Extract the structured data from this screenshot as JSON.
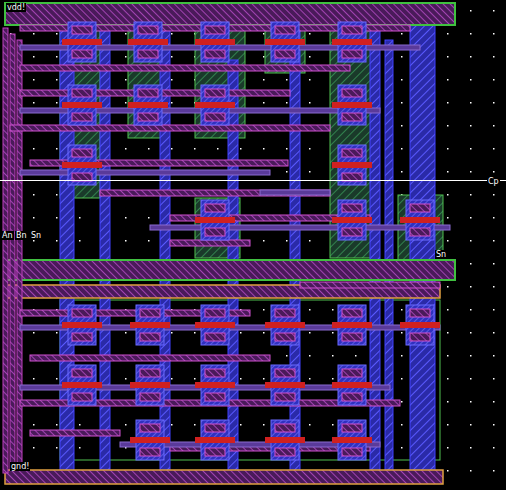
{
  "diagram": {
    "labels": [
      "vdd!",
      "gnd!",
      "An",
      "Bn",
      "Sn",
      "Cp",
      "Sn"
    ]
  }
}
